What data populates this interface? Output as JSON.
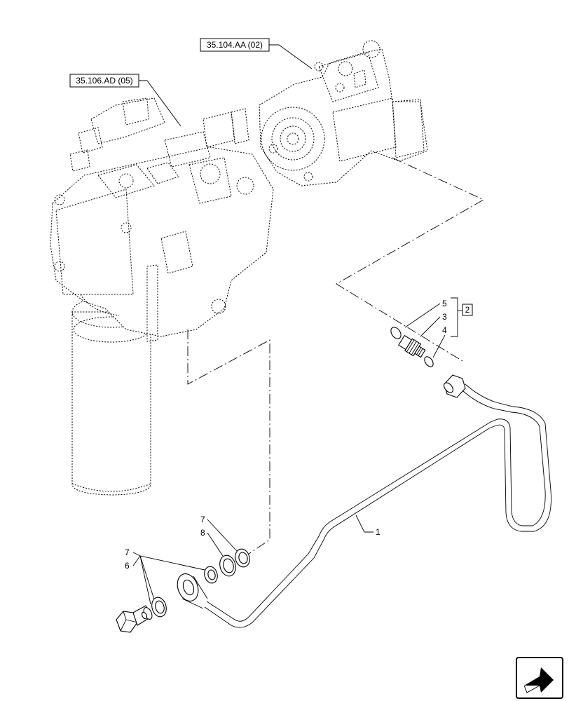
{
  "references": {
    "ref_top": "35.104.AA (02)",
    "ref_left": "35.106.AD (05)"
  },
  "callouts": {
    "c1": "1",
    "c2": "2",
    "c3": "3",
    "c4": "4",
    "c5": "5",
    "c6": "6",
    "c7a": "7",
    "c7b": "7",
    "c8": "8"
  },
  "icons": {
    "nav": "next-page-arrow-icon"
  }
}
